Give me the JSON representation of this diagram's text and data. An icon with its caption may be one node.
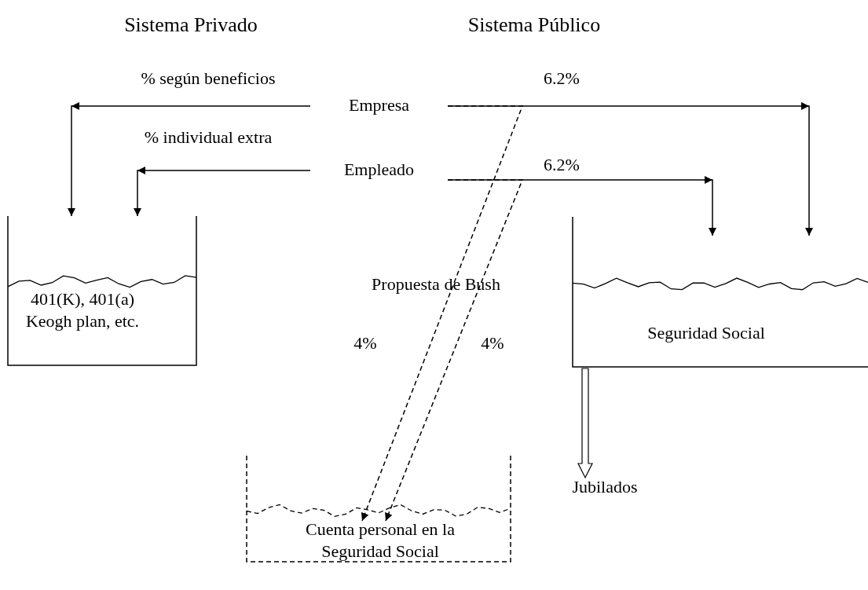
{
  "diagram": {
    "nodes": [
      {
        "text": [
          "Empresa"
        ]
      },
      {
        "text": [
          "Empleado"
        ]
      },
      {
        "text": [
          "401(K), 401(a) Keogh plan, etc."
        ]
      },
      {
        "text": [
          "Seguridad Social"
        ]
      },
      {
        "text": [
          "Cuenta personal en la Seguridad Social"
        ]
      },
      {
        "text": [
          "Jubilados"
        ]
      }
    ],
    "edges": [
      {
        "from": 0,
        "to": 2,
        "arrow": "to",
        "label": "% según beneficios"
      },
      {
        "from": 1,
        "to": 2,
        "arrow": "to",
        "label": "% individual extra"
      },
      {
        "from": 0,
        "to": 3,
        "arrow": "to",
        "label": "6.2%"
      },
      {
        "from": 1,
        "to": 3,
        "arrow": "to",
        "label": "6.2%"
      },
      {
        "from": 0,
        "to": 4,
        "arrow": "to",
        "style": "dashed"
      },
      {
        "from": 1,
        "to": 4,
        "arrow": "to",
        "style": "dashed"
      },
      {
        "from": 3,
        "to": 5,
        "arrow": "to",
        "style": "thick"
      }
    ],
    "labels": [
      "Sistema Privado",
      "Sistema Público",
      "Propuesta de Bush",
      "4%",
      "4%"
    ]
  }
}
